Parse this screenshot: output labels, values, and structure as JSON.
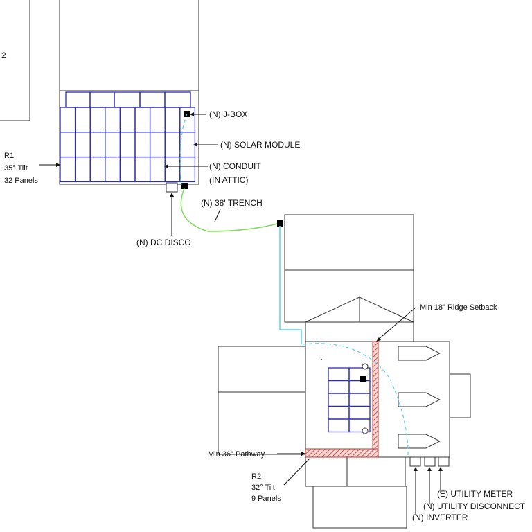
{
  "labels": {
    "page_number_fragment": "2",
    "r1_name": "R1",
    "r1_tilt": "35° Tilt",
    "r1_panels": "32 Panels",
    "jbox": "(N) J-BOX",
    "solar_module": "(N) SOLAR MODULE",
    "conduit": "(N) CONDUIT",
    "conduit_attic": "(IN ATTIC)",
    "trench": "(N) 38' TRENCH",
    "dc_disco": "(N) DC DISCO",
    "ridge_setback": "Min 18\" Ridge Setback",
    "pathway": "Min 36\" Pathway",
    "r2_name": "R2",
    "r2_tilt": "32° Tilt",
    "r2_panels": "9 Panels",
    "utility_meter": "(E) UTILITY METER",
    "utility_disconnect": "(N) UTILITY DISCONNECT",
    "inverter": "(N) INVERTER"
  },
  "colors": {
    "panel_outline": "#2b2bb5",
    "conduit": "#5ad0f0",
    "trench": "#7edc58",
    "setback_hatch": "#c0392b"
  }
}
